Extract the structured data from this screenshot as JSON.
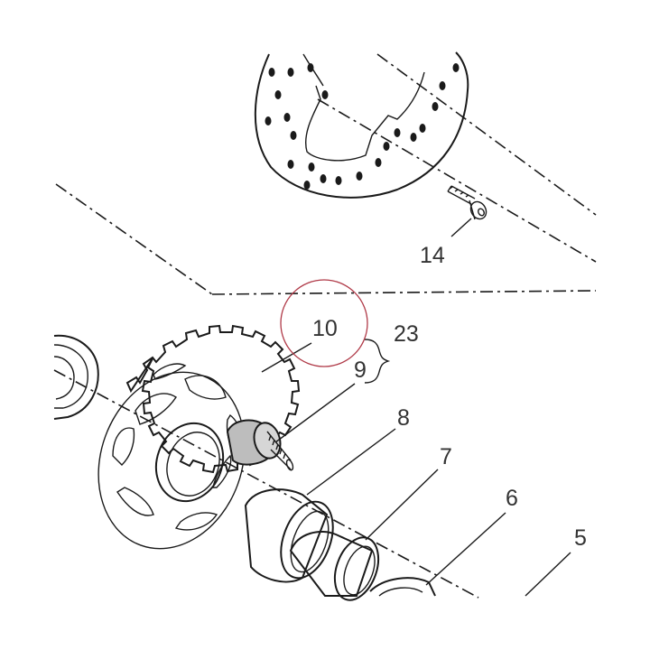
{
  "diagram": {
    "callouts": [
      {
        "id": "c14",
        "label": "14"
      },
      {
        "id": "c10",
        "label": "10"
      },
      {
        "id": "c23",
        "label": "23"
      },
      {
        "id": "c9",
        "label": "9"
      },
      {
        "id": "c8",
        "label": "8"
      },
      {
        "id": "c7",
        "label": "7"
      },
      {
        "id": "c6",
        "label": "6"
      },
      {
        "id": "c5",
        "label": "5"
      }
    ],
    "colors": {
      "line": "#1a1a1a",
      "callout_text": "#333333",
      "highlight_circle": "#b03a48",
      "spacer_fill": "#bdbdbd"
    }
  }
}
